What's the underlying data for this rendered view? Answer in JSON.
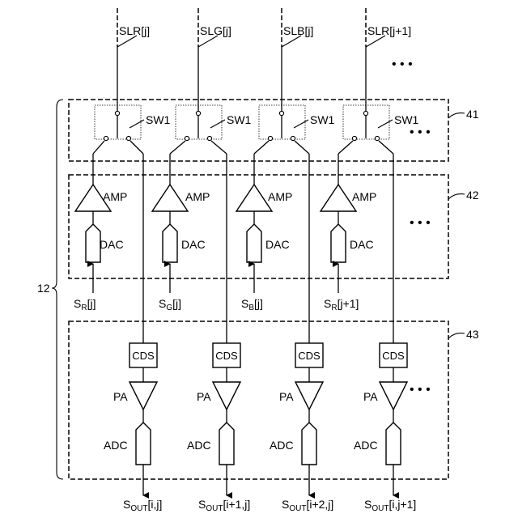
{
  "signal_lines": [
    "SLR[j]",
    "SLG[j]",
    "SLB[j]",
    "SLR[j+1]"
  ],
  "switch_label": "SW1",
  "amp_label": "AMP",
  "dac_label": "DAC",
  "cds_label": "CDS",
  "pa_label": "PA",
  "adc_label": "ADC",
  "inputs": [
    {
      "main": "S",
      "sub": "R",
      "tail": "[j]"
    },
    {
      "main": "S",
      "sub": "G",
      "tail": "[j]"
    },
    {
      "main": "S",
      "sub": "B",
      "tail": "[j]"
    },
    {
      "main": "S",
      "sub": "R",
      "tail": "[j+1]"
    }
  ],
  "outputs": [
    {
      "main": "S",
      "sub": "OUT",
      "tail": "[i,j]"
    },
    {
      "main": "S",
      "sub": "OUT",
      "tail": "[i+1,j]"
    },
    {
      "main": "S",
      "sub": "OUT",
      "tail": "[i+2,j]"
    },
    {
      "main": "S",
      "sub": "OUT",
      "tail": "[i,j+1]"
    }
  ],
  "block_labels": {
    "switch_block": "41",
    "driver_block": "42",
    "readout_block": "43",
    "circuit": "12"
  },
  "ellipsis": "• • •"
}
